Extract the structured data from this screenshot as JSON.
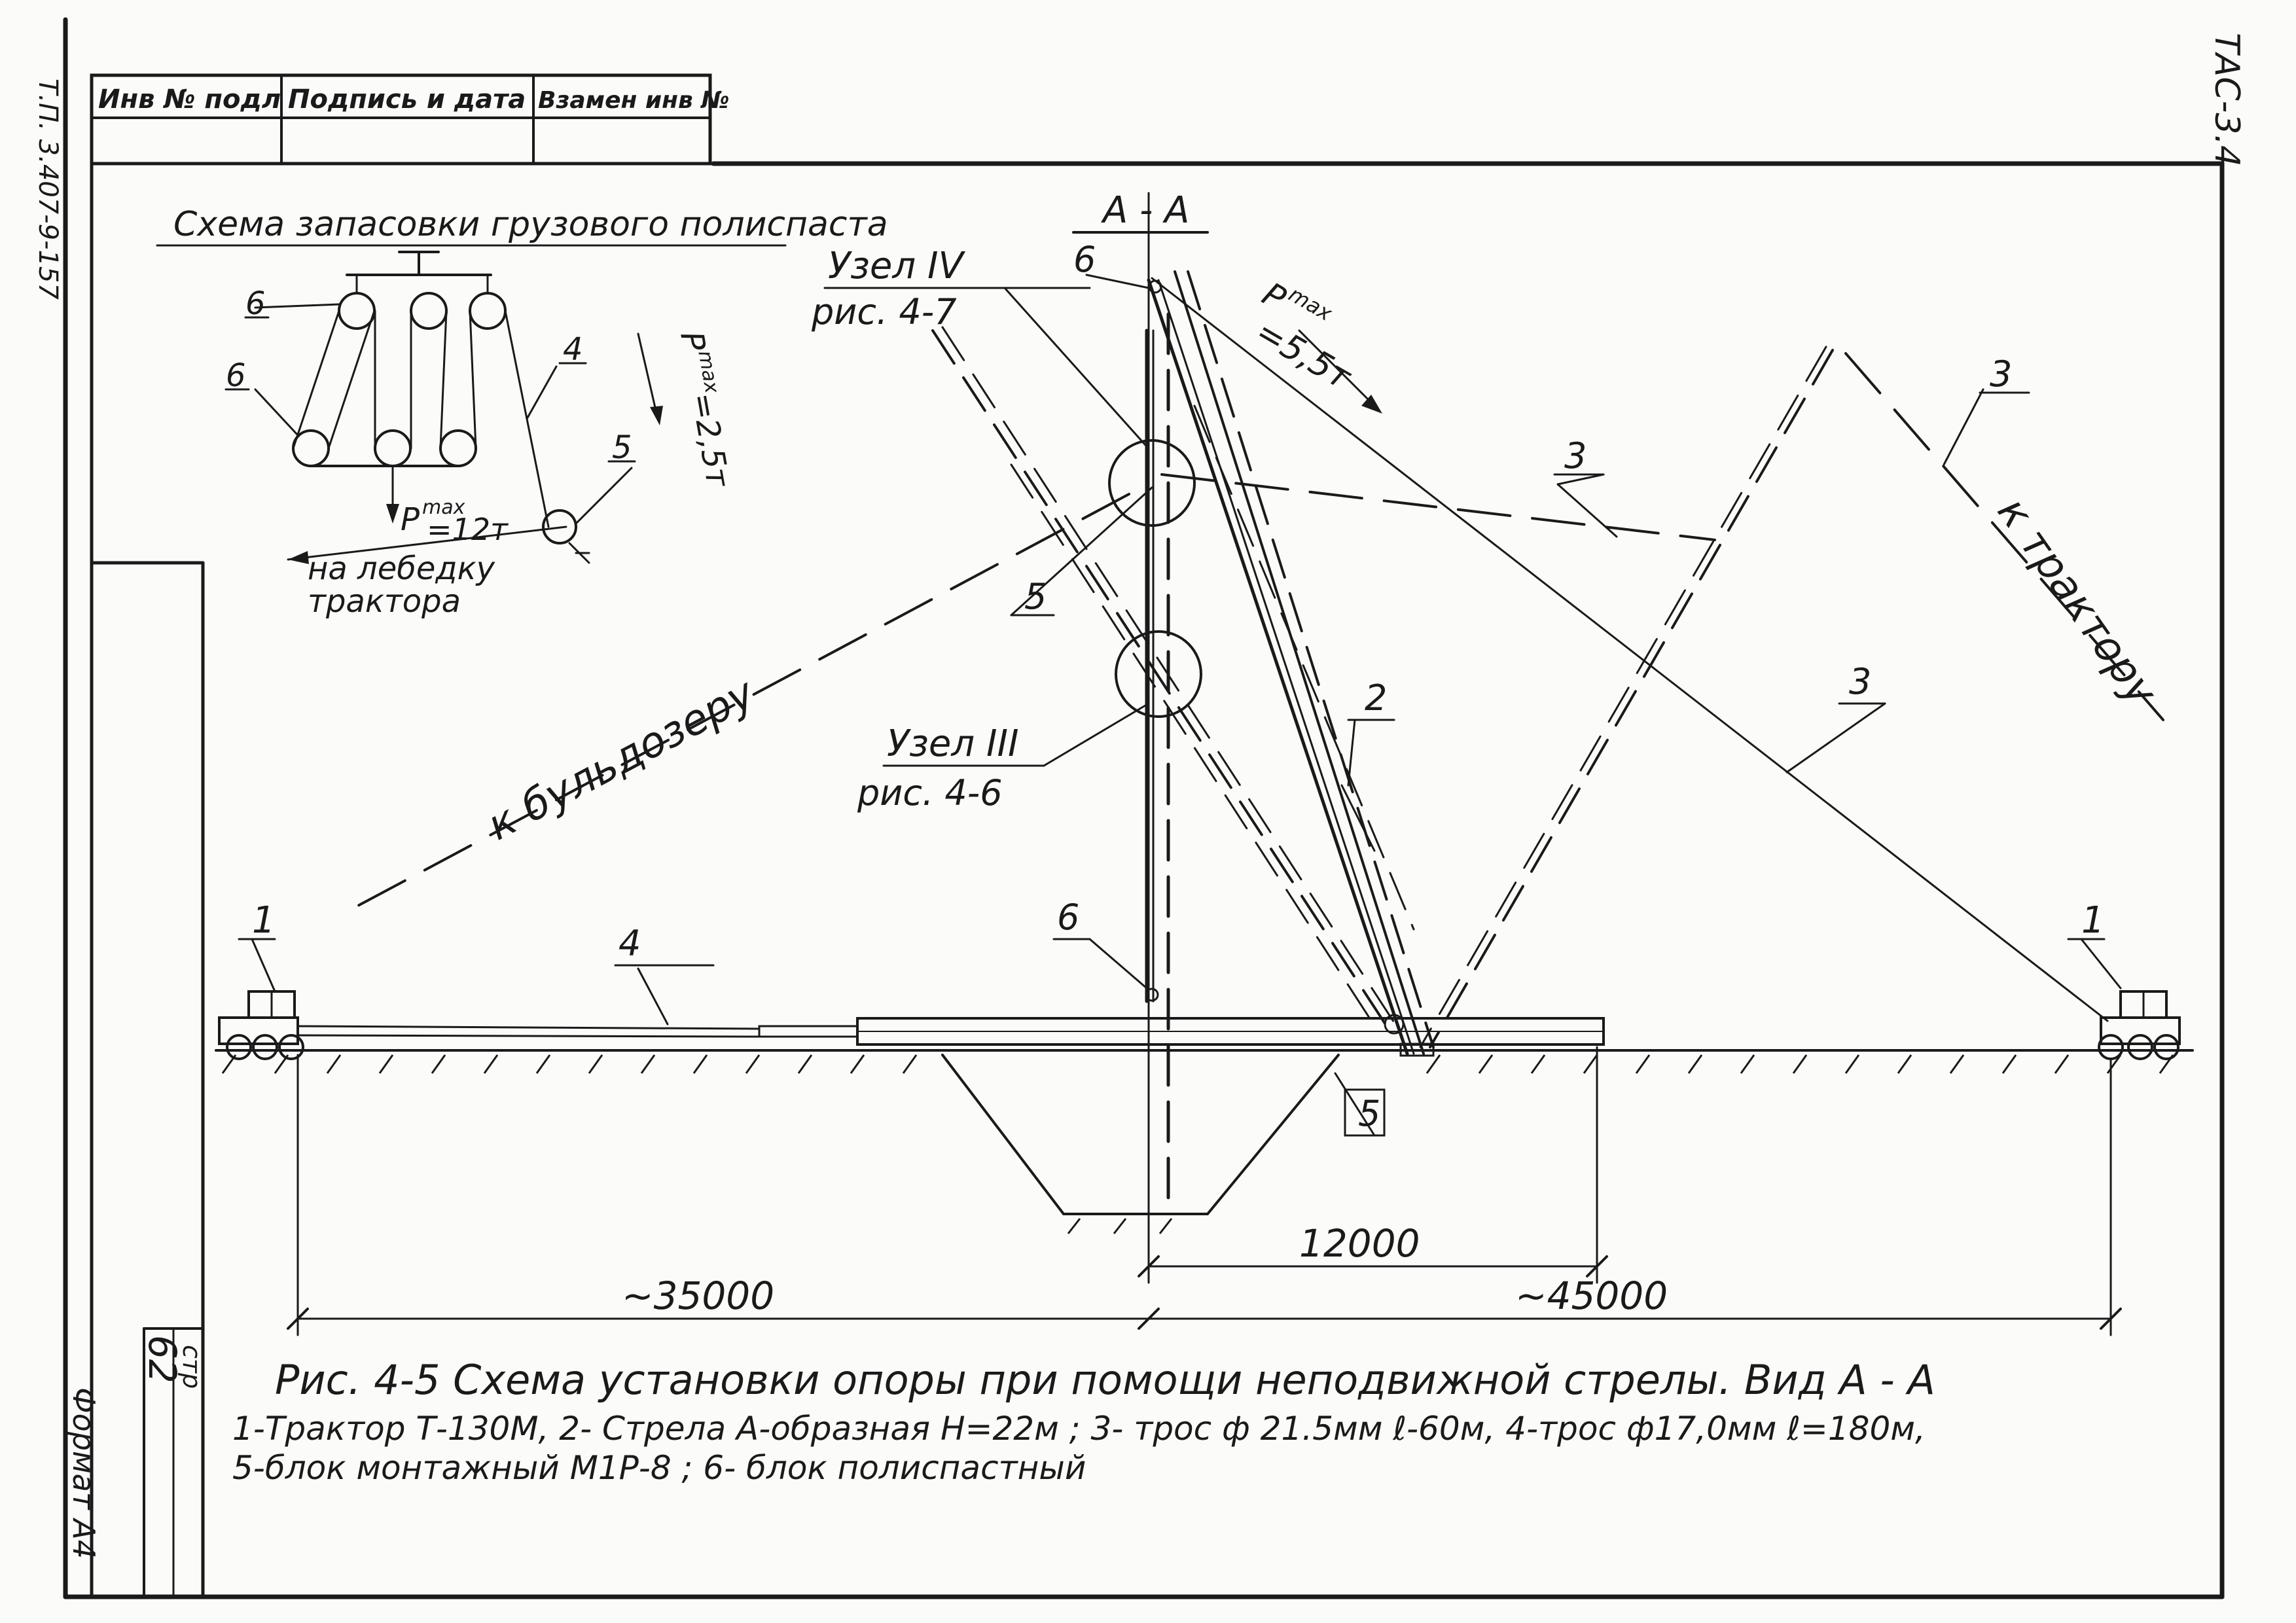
{
  "sheet": {
    "code": "ТАС-3.4",
    "side_note": "Т.П. 3.407-9-157",
    "stamp_headers": [
      "Инв № подл",
      "Подпись и дата",
      "Взамен инв №"
    ],
    "page_label": "стр",
    "page_number": "62",
    "format": "Формат А4"
  },
  "inset": {
    "title": "Схема запасовки грузового полиспаста",
    "callouts": [
      "6",
      "6",
      "4",
      "5"
    ],
    "load_top": "P",
    "load_top_sup": "max",
    "load_top_val": "=2,5т",
    "load_bottom": "P",
    "load_bottom_sup": "max",
    "load_bottom_val": "=12т",
    "winch_line1": "на лебедку",
    "winch_line2": "трактора"
  },
  "main": {
    "section": "А - А",
    "node4_line1": "Узел IV",
    "node4_line2": "рис. 4-7",
    "node3_line1": "Узел III",
    "node3_line2": "рис. 4-6",
    "load": "P",
    "load_sup": "max",
    "load_val": "=5,5т",
    "to_bulldozer": "к бульдозеру",
    "to_tractor": "к трактору",
    "callouts": {
      "tractor_left": "1",
      "tractor_right": "1",
      "boom": "2",
      "rope3_a": "3",
      "rope3_b": "3",
      "rope3_c": "3",
      "rope4": "4",
      "block5_top": "5",
      "block5_bottom": "5",
      "block6_top": "6",
      "block6_bottom": "6"
    },
    "dims": {
      "d12000": "12000",
      "d35000": "~35000",
      "d45000": "~45000"
    }
  },
  "caption": {
    "title": "Рис. 4-5  Схема установки опоры при помощи неподвижной стрелы. Вид А - А",
    "line1": "1-Трактор Т-130М,   2- Стрела А-образная Н=22м ;   3- трос ф 21.5мм ℓ-60м,   4-трос ф17,0мм  ℓ=180м,",
    "line2": "5-блок монтажный М1Р-8  ;  6- блок полиспастный"
  }
}
